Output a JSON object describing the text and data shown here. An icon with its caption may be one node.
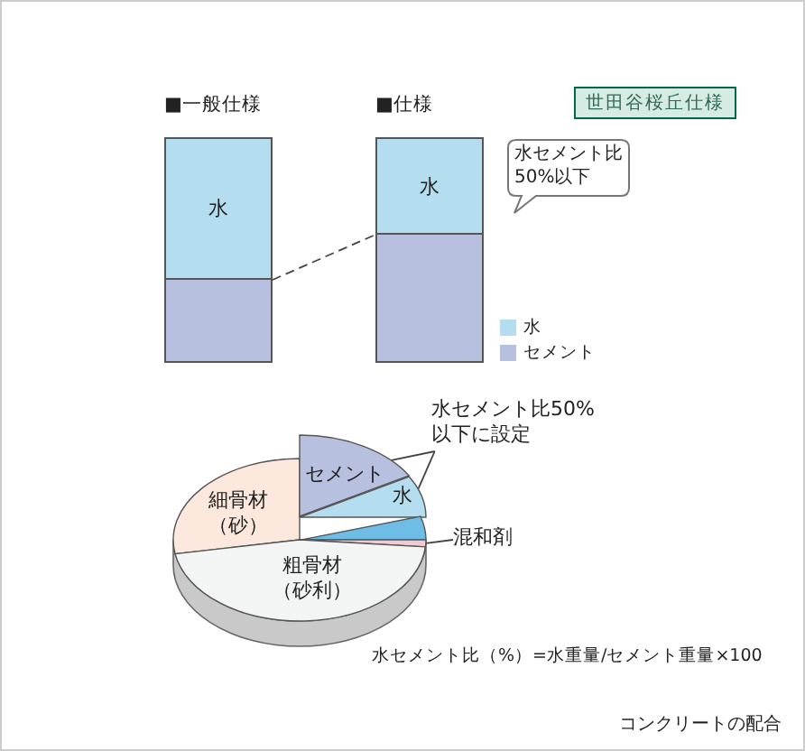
{
  "diagram": {
    "caption": "コンクリートの配合",
    "nodes": [
      {
        "text": [
          "水"
        ]
      },
      {
        "text": [],
        "shape": "box"
      },
      {
        "text": [
          "水"
        ]
      },
      {
        "text": [],
        "shape": "box"
      },
      {
        "text": [
          "水セメント比50%以下"
        ]
      },
      {
        "text": [
          "世田谷桜丘仕様"
        ]
      },
      {
        "text": [
          "細骨材（砂）"
        ]
      },
      {
        "text": [
          "セメント"
        ]
      },
      {
        "text": [
          "水"
        ]
      },
      {
        "text": [],
        "shape": "wedge"
      },
      {
        "text": [],
        "shape": "wedge"
      },
      {
        "text": [
          "粗骨材（砂利）"
        ]
      },
      {
        "text": [
          "水セメント比50%以下に設定"
        ]
      },
      {
        "text": [
          "混和剤"
        ]
      }
    ],
    "edges": [
      {
        "from": 1,
        "to": 3,
        "arrow": "none",
        "style": "dashed"
      },
      {
        "from": 12,
        "to": 7,
        "arrow": "none"
      },
      {
        "from": 12,
        "to": 8,
        "arrow": "none"
      },
      {
        "from": 13,
        "to": 10,
        "arrow": "none"
      }
    ],
    "labels": [
      "■一般仕様",
      "■仕様",
      "水セメント比（%）=水重量/セメント重量×100"
    ],
    "legend": [
      {
        "text": "水",
        "color": "#b4ddf0"
      },
      {
        "text": "セメント",
        "color": "#b8c0e0"
      }
    ]
  }
}
